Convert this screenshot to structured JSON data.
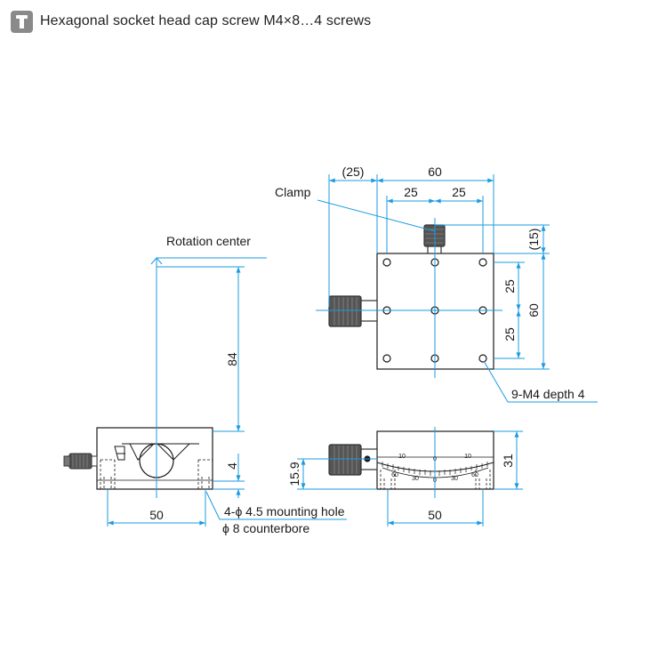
{
  "header": {
    "icon": "screw-icon",
    "icon_color": "#8a8a8a",
    "title": "Hexagonal socket head cap screw M4×8…4 screws"
  },
  "colors": {
    "dimension_line": "#1b9be0",
    "outline": "#1a1a1a",
    "part_fill": "#ffffff",
    "knob_fill": "#555555"
  },
  "labels": {
    "rotation_center": "Rotation center",
    "clamp": "Clamp",
    "tapped_holes": "9-M4 depth 4",
    "mounting_hole": "4-ϕ 4.5 mounting hole",
    "counterbore": "ϕ 8 counterbore"
  },
  "dimensions": {
    "front_height": "84",
    "front_base": "4",
    "front_width": "50",
    "top_overhang": "(25)",
    "top_width": "60",
    "pitch_left": "25",
    "pitch_right": "25",
    "clamp_offset": "(15)",
    "pitch_upper": "25",
    "pitch_lower": "25",
    "top_height": "60",
    "side_center_height": "15.9",
    "side_height": "31",
    "side_width": "50"
  },
  "scale": {
    "upper": [
      "10",
      "0",
      "10"
    ],
    "lower": [
      "60",
      "30",
      "0",
      "30",
      "60"
    ]
  }
}
